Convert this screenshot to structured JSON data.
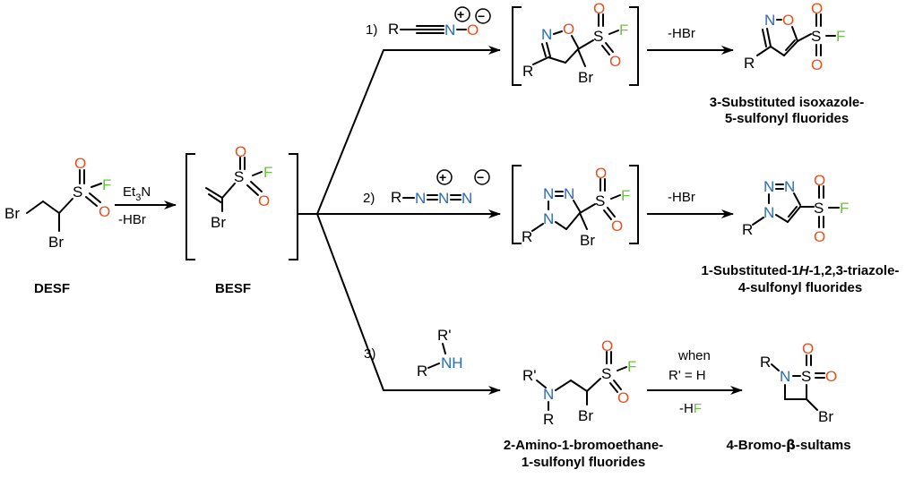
{
  "colors": {
    "oxygen": "#e8501e",
    "fluorine": "#6cbf45",
    "nitrogen": "#2a6bb5",
    "carbon": "#000000"
  },
  "atoms": {
    "O": "O",
    "S": "S",
    "F": "F",
    "Br": "Br",
    "N": "N",
    "R": "R",
    "R_prime": "R'",
    "NH": "NH",
    "H_italic": "H",
    "plus": "+",
    "minus": "−"
  },
  "desf": {
    "label": "DESF"
  },
  "besf": {
    "label": "BESF"
  },
  "reagents": {
    "step1_conditions": [
      "Et",
      "3",
      "N",
      "-HBr"
    ],
    "route1": "1)",
    "route2": "2)",
    "route3": "3)"
  },
  "conditions": {
    "elim1": "-HBr",
    "elim2": "-HBr",
    "elim3_when": "when",
    "elim3_rh": "R' = H",
    "elim3_minus": "-H",
    "elim3_F": "F"
  },
  "products": {
    "p1_line1": "3-Substituted isoxazole-",
    "p1_line2": "5-sulfonyl fluorides",
    "p2_line1_a": "1-Substituted-1",
    "p2_line1_h": "H",
    "p2_line1_b": "-1,2,3-triazole-",
    "p2_line2": "4-sulfonyl fluorides",
    "p3_line1": "2-Amino-1-bromoethane-",
    "p3_line2": "1-sulfonyl fluorides",
    "p4_a": "4-Bromo-",
    "p4_beta": "β",
    "p4_b": "-sultams"
  }
}
